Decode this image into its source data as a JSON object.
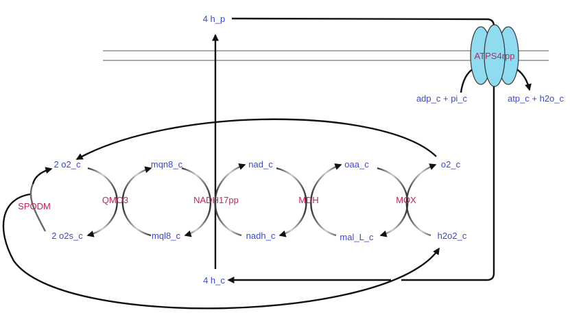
{
  "metabolites": {
    "h_p": "4 h_p",
    "h_c": "4 h_c",
    "o2_c_left": "2 o2_c",
    "o2s_c": "2 o2s_c",
    "mqn8_c": "mqn8_c",
    "mql8_c": "mql8_c",
    "nad_c": "nad_c",
    "nadh_c": "nadh_c",
    "oaa_c": "oaa_c",
    "mal_L_c": "mal_L_c",
    "o2_c_right": "o2_c",
    "h2o2_c": "h2o2_c",
    "adp_pi": "adp_c + pi_c",
    "atp_h2o": "atp_c + h2o_c"
  },
  "reactions": {
    "spodm": "SPODM",
    "qmo3": "QMO3",
    "nadh17pp": "NADH17pp",
    "mdh": "MDH",
    "mox": "MOX",
    "atps4rpp": "ATPS4rpp"
  },
  "colors": {
    "metabolite": "#3b48d6",
    "reaction": "#c0245a",
    "edge": "#111111",
    "membrane": "#7a7a7a",
    "atp_synthase": "#8fdcf0"
  }
}
